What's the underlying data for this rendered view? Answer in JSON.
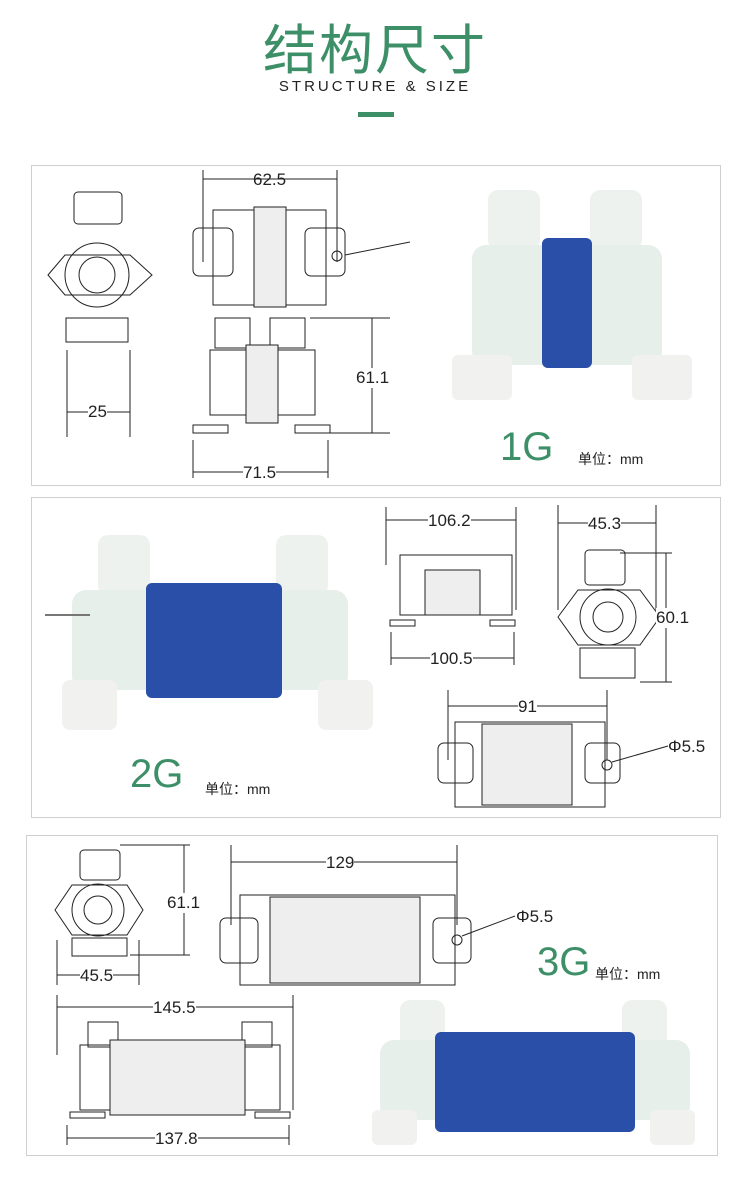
{
  "header": {
    "title": "结构尺寸",
    "subtitle": "STRUCTURE & SIZE"
  },
  "colors": {
    "accent": "#3d8f68",
    "heatsink": "#2a4fa8"
  },
  "panels": [
    {
      "model": "1G",
      "unit": "单位：mm",
      "dims": {
        "top_width": "62.5",
        "height": "61.1",
        "side_width": "25",
        "base_width": "71.5"
      }
    },
    {
      "model": "2G",
      "unit": "单位：mm",
      "dims": {
        "length": "106.2",
        "side_width": "45.3",
        "height": "60.1",
        "base_width": "100.5",
        "top_width": "91",
        "port": "Φ5.5"
      }
    },
    {
      "model": "3G",
      "unit": "单位：mm",
      "dims": {
        "top_width": "129",
        "height": "61.1",
        "port": "Φ5.5",
        "side_width": "45.5",
        "length": "145.5",
        "base_width": "137.8"
      }
    }
  ]
}
